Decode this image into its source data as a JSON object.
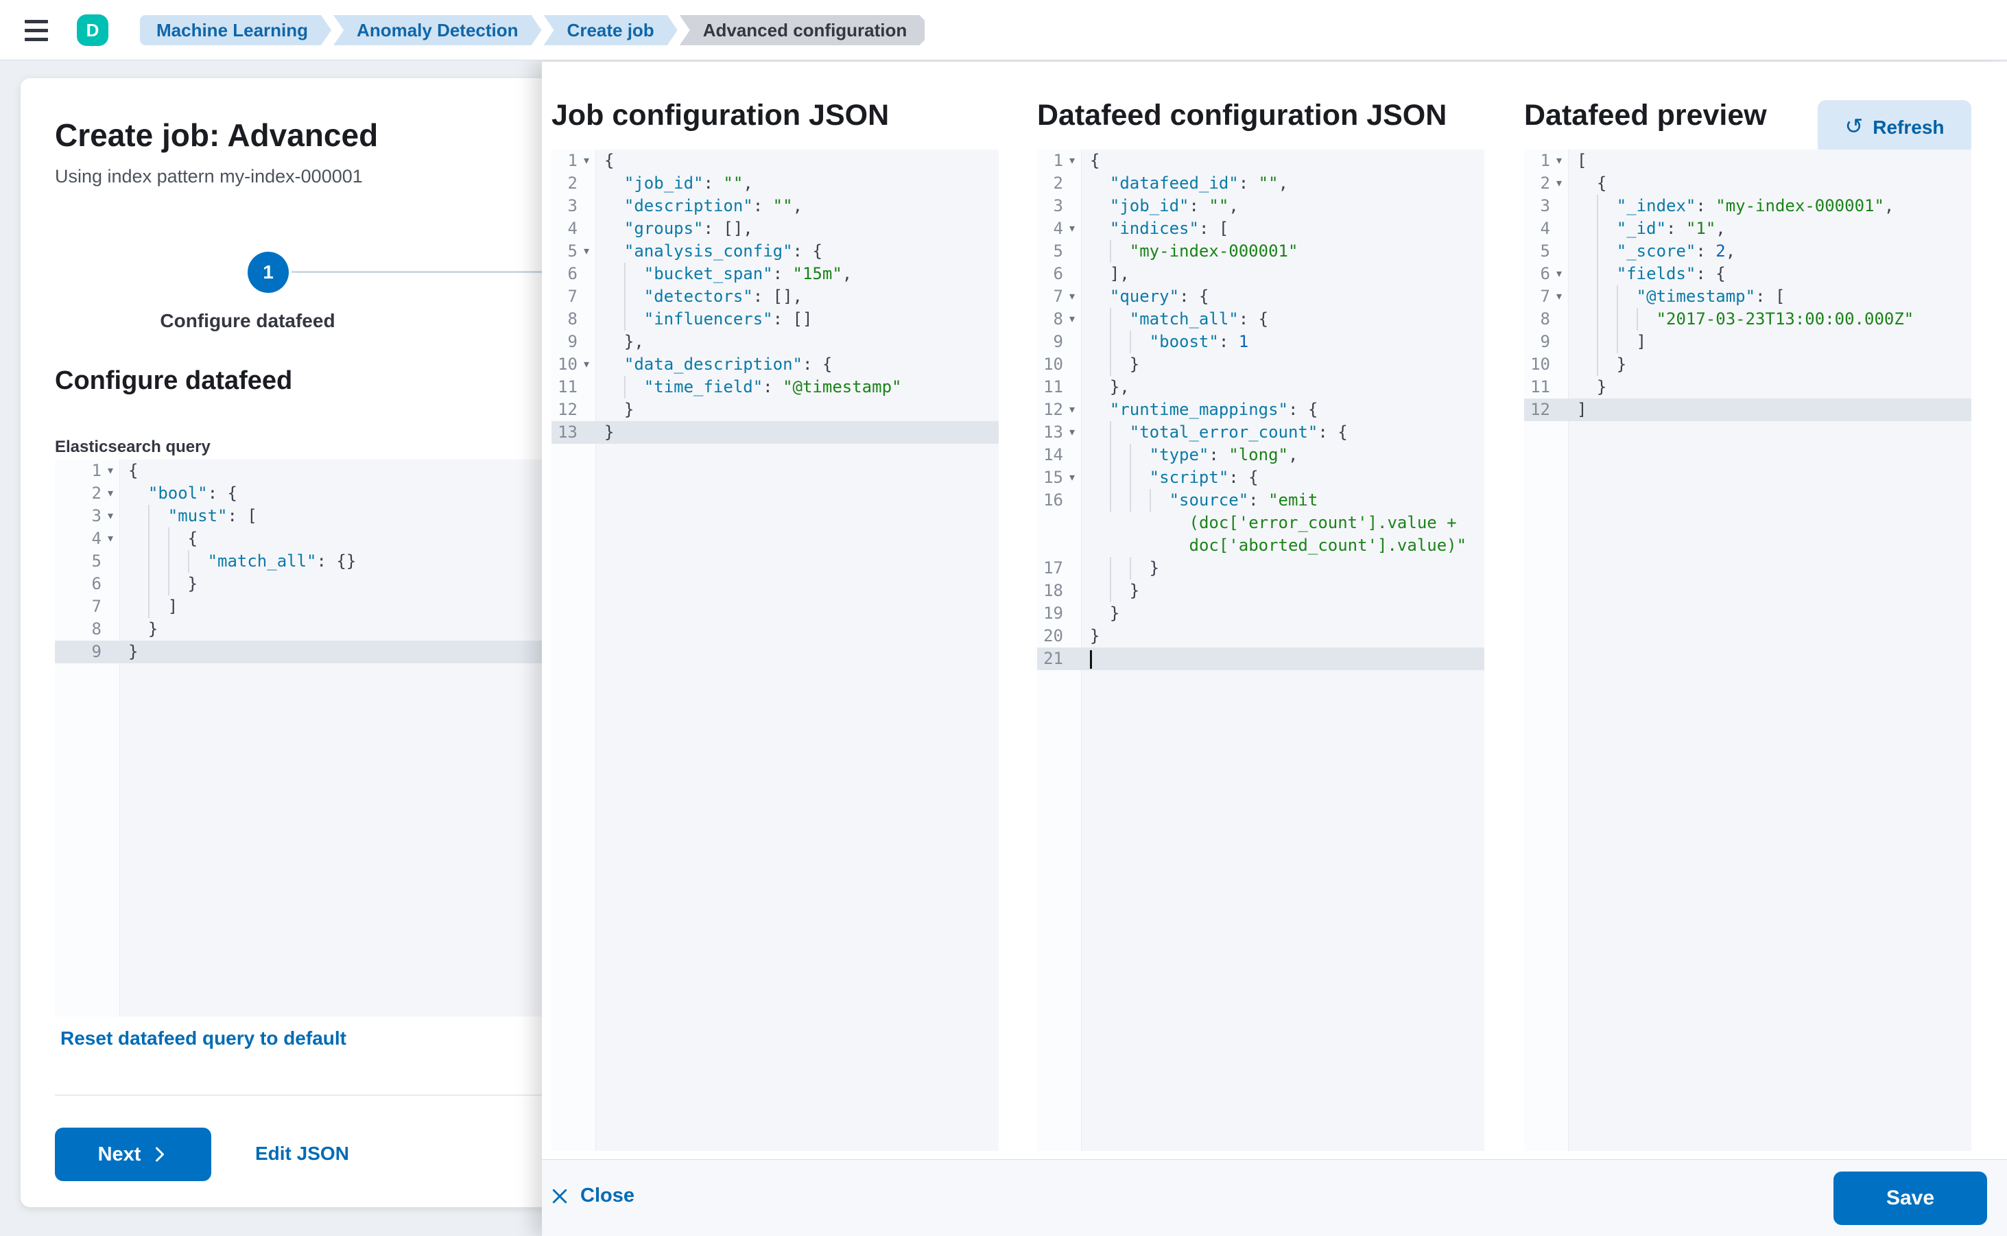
{
  "topbar": {
    "avatar": "D",
    "breadcrumbs": [
      {
        "label": "Machine Learning",
        "current": false
      },
      {
        "label": "Anomaly Detection",
        "current": false
      },
      {
        "label": "Create job",
        "current": false
      },
      {
        "label": "Advanced configuration",
        "current": true
      }
    ]
  },
  "wizard": {
    "title": "Create job: Advanced",
    "subtitle": "Using index pattern my-index-000001",
    "step_number": "1",
    "step_label": "Configure datafeed",
    "section_heading": "Configure datafeed",
    "query_label": "Elasticsearch query",
    "reset_link": "Reset datafeed query to default",
    "next_label": "Next",
    "edit_json_label": "Edit JSON"
  },
  "flyout": {
    "columns": [
      {
        "heading": "Job configuration JSON"
      },
      {
        "heading": "Datafeed configuration JSON"
      },
      {
        "heading": "Datafeed preview",
        "refresh_label": "Refresh"
      }
    ],
    "footer": {
      "close_label": "Close",
      "save_label": "Save"
    }
  },
  "colors": {
    "primary": "#0071c2",
    "link": "#006bb4",
    "avatar_green": "#00bfb3",
    "breadcrumb_blue_bg": "#d0e3f4",
    "code_key": "#0b7aa8",
    "code_string": "#1a8319",
    "code_number": "#0a64b5"
  },
  "editors": {
    "es_query": {
      "lines": [
        {
          "n": 1,
          "fold": true,
          "seg": [
            [
              "p",
              "{"
            ]
          ]
        },
        {
          "n": 2,
          "fold": true,
          "seg": [
            [
              "p",
              "  "
            ],
            [
              "k",
              "\"bool\""
            ],
            [
              "p",
              ": {"
            ]
          ]
        },
        {
          "n": 3,
          "fold": true,
          "g": 1,
          "seg": [
            [
              "k",
              "\"must\""
            ],
            [
              "p",
              ": ["
            ]
          ]
        },
        {
          "n": 4,
          "fold": true,
          "g": 2,
          "seg": [
            [
              "p",
              "{"
            ]
          ]
        },
        {
          "n": 5,
          "g": 3,
          "seg": [
            [
              "k",
              "\"match_all\""
            ],
            [
              "p",
              ": {}"
            ]
          ]
        },
        {
          "n": 6,
          "g": 2,
          "seg": [
            [
              "p",
              "}"
            ]
          ]
        },
        {
          "n": 7,
          "g": 1,
          "seg": [
            [
              "p",
              "]"
            ]
          ]
        },
        {
          "n": 8,
          "seg": [
            [
              "p",
              "  }"
            ]
          ]
        },
        {
          "n": 9,
          "active": true,
          "seg": [
            [
              "p",
              "}"
            ]
          ]
        }
      ]
    },
    "job_config": {
      "lines": [
        {
          "n": 1,
          "fold": true,
          "seg": [
            [
              "p",
              "{"
            ]
          ]
        },
        {
          "n": 2,
          "seg": [
            [
              "p",
              "  "
            ],
            [
              "k",
              "\"job_id\""
            ],
            [
              "p",
              ": "
            ],
            [
              "s",
              "\"\""
            ],
            [
              "p",
              ","
            ]
          ]
        },
        {
          "n": 3,
          "seg": [
            [
              "p",
              "  "
            ],
            [
              "k",
              "\"description\""
            ],
            [
              "p",
              ": "
            ],
            [
              "s",
              "\"\""
            ],
            [
              "p",
              ","
            ]
          ]
        },
        {
          "n": 4,
          "seg": [
            [
              "p",
              "  "
            ],
            [
              "k",
              "\"groups\""
            ],
            [
              "p",
              ": [],"
            ]
          ]
        },
        {
          "n": 5,
          "fold": true,
          "seg": [
            [
              "p",
              "  "
            ],
            [
              "k",
              "\"analysis_config\""
            ],
            [
              "p",
              ": {"
            ]
          ]
        },
        {
          "n": 6,
          "g": 1,
          "seg": [
            [
              "k",
              "\"bucket_span\""
            ],
            [
              "p",
              ": "
            ],
            [
              "s",
              "\"15m\""
            ],
            [
              "p",
              ","
            ]
          ]
        },
        {
          "n": 7,
          "g": 1,
          "seg": [
            [
              "k",
              "\"detectors\""
            ],
            [
              "p",
              ": [],"
            ]
          ]
        },
        {
          "n": 8,
          "g": 1,
          "seg": [
            [
              "k",
              "\"influencers\""
            ],
            [
              "p",
              ": []"
            ]
          ]
        },
        {
          "n": 9,
          "seg": [
            [
              "p",
              "  },"
            ]
          ]
        },
        {
          "n": 10,
          "fold": true,
          "seg": [
            [
              "p",
              "  "
            ],
            [
              "k",
              "\"data_description\""
            ],
            [
              "p",
              ": {"
            ]
          ]
        },
        {
          "n": 11,
          "g": 1,
          "seg": [
            [
              "k",
              "\"time_field\""
            ],
            [
              "p",
              ": "
            ],
            [
              "s",
              "\"@timestamp\""
            ]
          ]
        },
        {
          "n": 12,
          "seg": [
            [
              "p",
              "  }"
            ]
          ]
        },
        {
          "n": 13,
          "active": true,
          "seg": [
            [
              "p",
              "}"
            ]
          ]
        }
      ]
    },
    "datafeed_config": {
      "lines": [
        {
          "n": 1,
          "fold": true,
          "seg": [
            [
              "p",
              "{"
            ]
          ]
        },
        {
          "n": 2,
          "seg": [
            [
              "p",
              "  "
            ],
            [
              "k",
              "\"datafeed_id\""
            ],
            [
              "p",
              ": "
            ],
            [
              "s",
              "\"\""
            ],
            [
              "p",
              ","
            ]
          ]
        },
        {
          "n": 3,
          "seg": [
            [
              "p",
              "  "
            ],
            [
              "k",
              "\"job_id\""
            ],
            [
              "p",
              ": "
            ],
            [
              "s",
              "\"\""
            ],
            [
              "p",
              ","
            ]
          ]
        },
        {
          "n": 4,
          "fold": true,
          "seg": [
            [
              "p",
              "  "
            ],
            [
              "k",
              "\"indices\""
            ],
            [
              "p",
              ": ["
            ]
          ]
        },
        {
          "n": 5,
          "g": 1,
          "seg": [
            [
              "s",
              "\"my-index-000001\""
            ]
          ]
        },
        {
          "n": 6,
          "seg": [
            [
              "p",
              "  ],"
            ]
          ]
        },
        {
          "n": 7,
          "fold": true,
          "seg": [
            [
              "p",
              "  "
            ],
            [
              "k",
              "\"query\""
            ],
            [
              "p",
              ": {"
            ]
          ]
        },
        {
          "n": 8,
          "fold": true,
          "g": 1,
          "seg": [
            [
              "k",
              "\"match_all\""
            ],
            [
              "p",
              ": {"
            ]
          ]
        },
        {
          "n": 9,
          "g": 2,
          "seg": [
            [
              "k",
              "\"boost\""
            ],
            [
              "p",
              ": "
            ],
            [
              "n",
              "1"
            ]
          ]
        },
        {
          "n": 10,
          "g": 1,
          "seg": [
            [
              "p",
              "}"
            ]
          ]
        },
        {
          "n": 11,
          "seg": [
            [
              "p",
              "  },"
            ]
          ]
        },
        {
          "n": 12,
          "fold": true,
          "seg": [
            [
              "p",
              "  "
            ],
            [
              "k",
              "\"runtime_mappings\""
            ],
            [
              "p",
              ": {"
            ]
          ]
        },
        {
          "n": 13,
          "fold": true,
          "g": 1,
          "seg": [
            [
              "k",
              "\"total_error_count\""
            ],
            [
              "p",
              ": {"
            ]
          ]
        },
        {
          "n": 14,
          "g": 2,
          "seg": [
            [
              "k",
              "\"type\""
            ],
            [
              "p",
              ": "
            ],
            [
              "s",
              "\"long\""
            ],
            [
              "p",
              ","
            ]
          ]
        },
        {
          "n": 15,
          "fold": true,
          "g": 2,
          "seg": [
            [
              "k",
              "\"script\""
            ],
            [
              "p",
              ": {"
            ]
          ]
        },
        {
          "n": 16,
          "g": 3,
          "seg": [
            [
              "k",
              "\"source\""
            ],
            [
              "p",
              ": "
            ],
            [
              "s",
              "\"emit"
            ]
          ],
          "wrap": [
            [
              10,
              "(doc['error_count'].value +"
            ],
            [
              10,
              "doc['aborted_count'].value)\""
            ]
          ]
        },
        {
          "n": 17,
          "g": 2,
          "seg": [
            [
              "p",
              "}"
            ]
          ]
        },
        {
          "n": 18,
          "g": 1,
          "seg": [
            [
              "p",
              "}"
            ]
          ]
        },
        {
          "n": 19,
          "seg": [
            [
              "p",
              "  }"
            ]
          ]
        },
        {
          "n": 20,
          "seg": [
            [
              "p",
              "}"
            ]
          ]
        },
        {
          "n": 21,
          "active": true,
          "cursor": true,
          "seg": []
        }
      ]
    },
    "datafeed_preview": {
      "lines": [
        {
          "n": 1,
          "fold": true,
          "seg": [
            [
              "p",
              "["
            ]
          ]
        },
        {
          "n": 2,
          "fold": true,
          "seg": [
            [
              "p",
              "  {"
            ]
          ]
        },
        {
          "n": 3,
          "g": 1,
          "seg": [
            [
              "k",
              "\"_index\""
            ],
            [
              "p",
              ": "
            ],
            [
              "s",
              "\"my-index-000001\""
            ],
            [
              "p",
              ","
            ]
          ]
        },
        {
          "n": 4,
          "g": 1,
          "seg": [
            [
              "k",
              "\"_id\""
            ],
            [
              "p",
              ": "
            ],
            [
              "s",
              "\"1\""
            ],
            [
              "p",
              ","
            ]
          ]
        },
        {
          "n": 5,
          "g": 1,
          "seg": [
            [
              "k",
              "\"_score\""
            ],
            [
              "p",
              ": "
            ],
            [
              "n",
              "2"
            ],
            [
              "p",
              ","
            ]
          ]
        },
        {
          "n": 6,
          "fold": true,
          "g": 1,
          "seg": [
            [
              "k",
              "\"fields\""
            ],
            [
              "p",
              ": {"
            ]
          ]
        },
        {
          "n": 7,
          "fold": true,
          "g": 2,
          "seg": [
            [
              "k",
              "\"@timestamp\""
            ],
            [
              "p",
              ": ["
            ]
          ]
        },
        {
          "n": 8,
          "g": 3,
          "seg": [
            [
              "s",
              "\"2017-03-23T13:00:00.000Z\""
            ]
          ]
        },
        {
          "n": 9,
          "g": 2,
          "seg": [
            [
              "p",
              "]"
            ]
          ]
        },
        {
          "n": 10,
          "g": 1,
          "seg": [
            [
              "p",
              "}"
            ]
          ]
        },
        {
          "n": 11,
          "seg": [
            [
              "p",
              "  }"
            ]
          ]
        },
        {
          "n": 12,
          "active": true,
          "seg": [
            [
              "p",
              "]"
            ]
          ]
        }
      ]
    }
  }
}
